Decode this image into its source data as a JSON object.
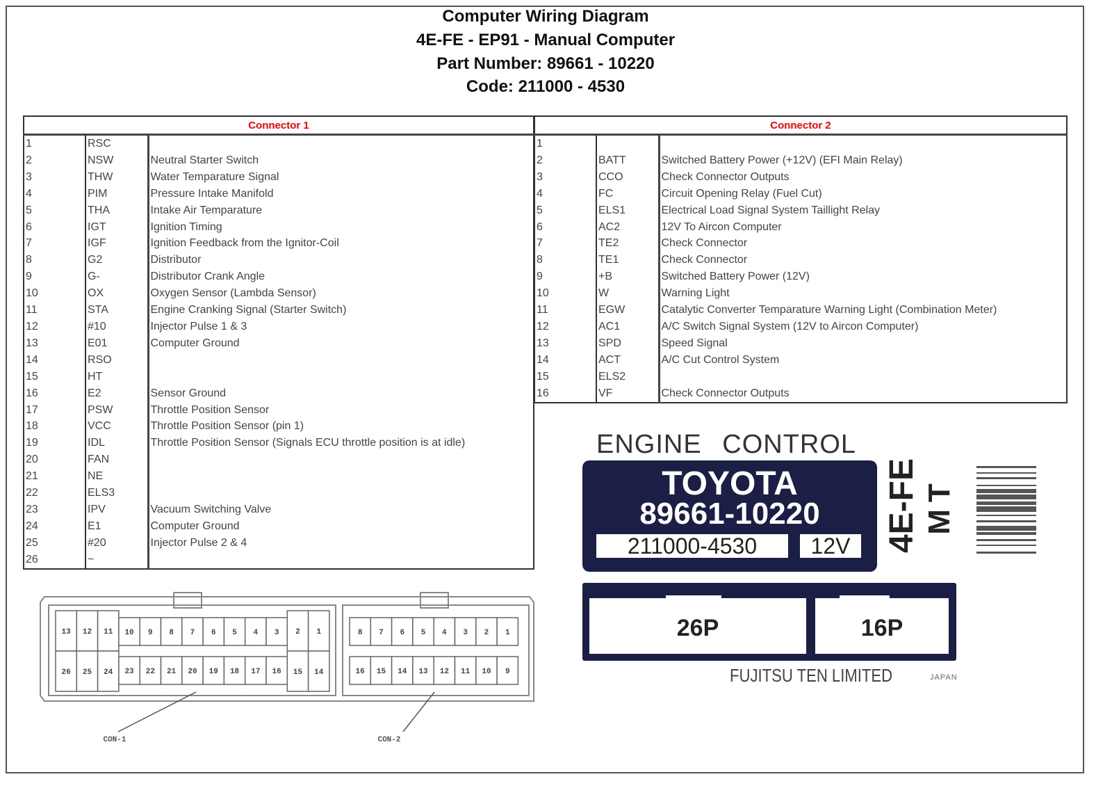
{
  "title": {
    "line1": "Computer Wiring Diagram",
    "line2": "4E-FE - EP91 - Manual Computer",
    "line3": "Part Number: 89661 - 10220",
    "line4": "Code: 211000 - 4530"
  },
  "connector1": {
    "heading": "Connector 1",
    "rows": [
      [
        "1",
        "RSC",
        ""
      ],
      [
        "2",
        "NSW",
        "Neutral Starter Switch"
      ],
      [
        "3",
        "THW",
        "Water Temparature Signal"
      ],
      [
        "4",
        "PIM",
        "Pressure Intake Manifold"
      ],
      [
        "5",
        "THA",
        "Intake Air Temparature"
      ],
      [
        "6",
        "IGT",
        "Ignition Timing"
      ],
      [
        "7",
        "IGF",
        "Ignition Feedback from the Ignitor-Coil"
      ],
      [
        "8",
        "G2",
        "Distributor"
      ],
      [
        "9",
        "G-",
        "Distributor Crank Angle"
      ],
      [
        "10",
        "OX",
        "Oxygen Sensor (Lambda Sensor)"
      ],
      [
        "11",
        "STA",
        "Engine Cranking Signal (Starter Switch)"
      ],
      [
        "12",
        "#10",
        "Injector Pulse 1 & 3"
      ],
      [
        "13",
        "E01",
        "Computer Ground"
      ],
      [
        "14",
        "RSO",
        ""
      ],
      [
        "15",
        "HT",
        ""
      ],
      [
        "16",
        "E2",
        "Sensor Ground"
      ],
      [
        "17",
        "PSW",
        "Throttle Position Sensor"
      ],
      [
        "18",
        "VCC",
        "Throttle Position Sensor (pin 1)"
      ],
      [
        "19",
        "IDL",
        "Throttle Position Sensor (Signals ECU throttle position is at idle)"
      ],
      [
        "20",
        "FAN",
        ""
      ],
      [
        "21",
        "NE",
        ""
      ],
      [
        "22",
        "ELS3",
        ""
      ],
      [
        "23",
        "IPV",
        "Vacuum Switching Valve"
      ],
      [
        "24",
        "E1",
        "Computer Ground"
      ],
      [
        "25",
        "#20",
        "Injector Pulse 2 & 4"
      ],
      [
        "26",
        "~",
        ""
      ]
    ]
  },
  "connector2": {
    "heading": "Connector 2",
    "rows": [
      [
        "1",
        "",
        ""
      ],
      [
        "2",
        "BATT",
        "Switched Battery Power (+12V) (EFI Main Relay)"
      ],
      [
        "3",
        "CCO",
        "Check Connector Outputs"
      ],
      [
        "4",
        "FC",
        "Circuit Opening Relay (Fuel Cut)"
      ],
      [
        "5",
        "ELS1",
        "Electrical Load Signal System Taillight Relay"
      ],
      [
        "6",
        "AC2",
        "12V To Aircon Computer"
      ],
      [
        "7",
        "TE2",
        "Check Connector"
      ],
      [
        "8",
        "TE1",
        "Check Connector"
      ],
      [
        "9",
        "+B",
        "Switched Battery Power (12V)"
      ],
      [
        "10",
        "W",
        "Warning Light"
      ],
      [
        "11",
        "EGW",
        "Catalytic Converter Temparature Warning Light (Combination Meter)"
      ],
      [
        "12",
        "AC1",
        "A/C Switch Signal System (12V to Aircon Computer)"
      ],
      [
        "13",
        "SPD",
        "Speed Signal"
      ],
      [
        "14",
        "ACT",
        "A/C Cut Control System"
      ],
      [
        "15",
        "ELS2",
        ""
      ],
      [
        "16",
        "VF",
        "Check Connector Outputs"
      ]
    ]
  },
  "pinout": {
    "con1_top": [
      "13",
      "12",
      "11",
      "10",
      "9",
      "8",
      "7",
      "6",
      "5",
      "4",
      "3",
      "2",
      "1"
    ],
    "con1_bottom": [
      "26",
      "25",
      "24",
      "23",
      "22",
      "21",
      "20",
      "19",
      "18",
      "17",
      "16",
      "15",
      "14"
    ],
    "con2_top": [
      "8",
      "7",
      "6",
      "5",
      "4",
      "3",
      "2",
      "1"
    ],
    "con2_bottom": [
      "16",
      "15",
      "14",
      "13",
      "12",
      "11",
      "10",
      "9"
    ],
    "con1_label": "CON-1",
    "con2_label": "CON-2"
  },
  "ecu_label": {
    "engine_control": "ENGINE CONTROL",
    "brand": "TOYOTA",
    "part_number": "89661-10220",
    "code": "211000-4530",
    "voltage": "12V",
    "engine": "4E-FE",
    "transmission": "MT",
    "con1_pins": "26P",
    "con2_pins": "16P",
    "manufacturer": "FUJITSU TEN LIMITED",
    "country": "JAPAN",
    "navy_color": "#1b1f45"
  }
}
